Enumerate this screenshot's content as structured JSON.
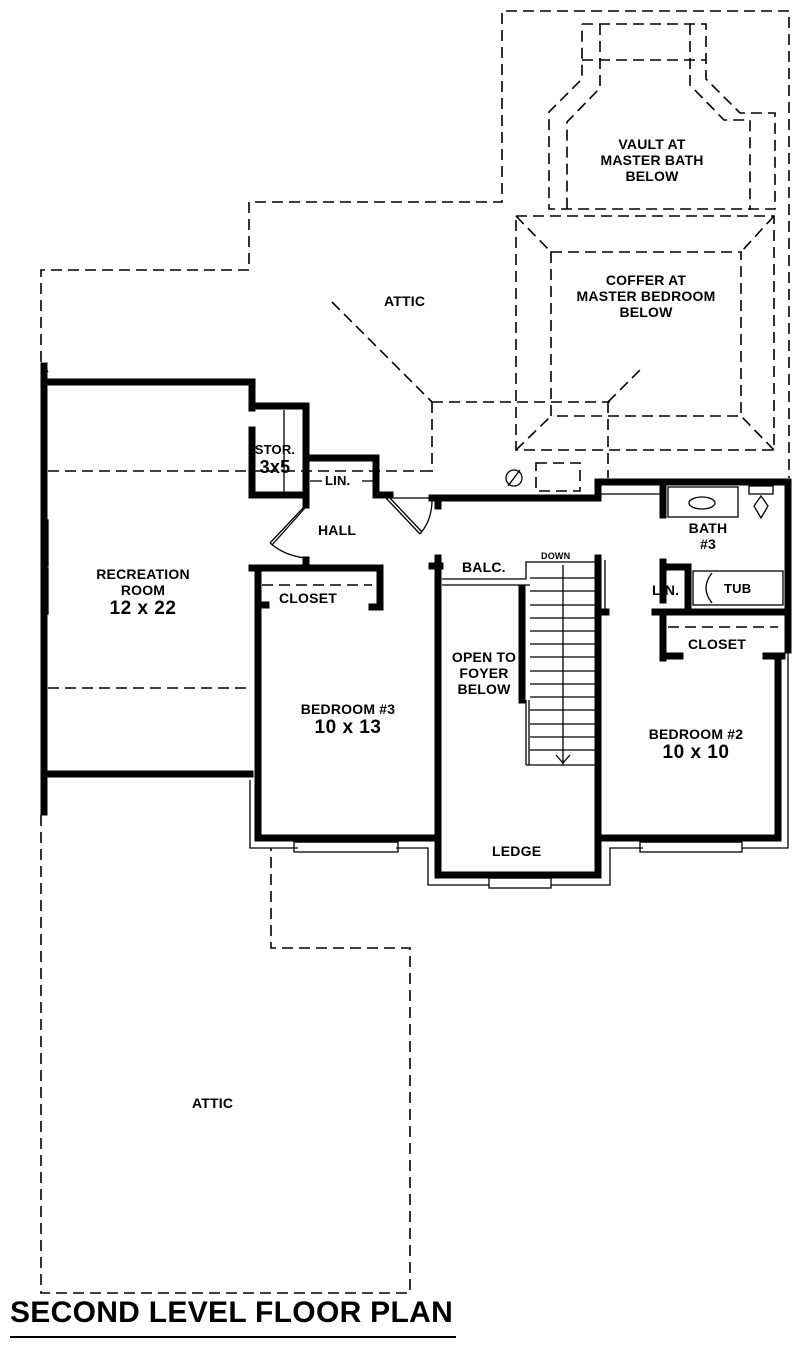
{
  "plan": {
    "title": "SECOND LEVEL FLOOR PLAN",
    "colors": {
      "ink": "#000000",
      "background": "#ffffff"
    },
    "rooms": {
      "vault": {
        "line1": "VAULT AT",
        "line2": "MASTER BATH",
        "line3": "BELOW"
      },
      "coffer": {
        "line1": "COFFER AT",
        "line2": "MASTER BEDROOM",
        "line3": "BELOW"
      },
      "attic_top": {
        "name": "ATTIC"
      },
      "attic_bottom": {
        "name": "ATTIC"
      },
      "storage": {
        "name": "STOR.",
        "size": "3x5"
      },
      "linen_hall": {
        "name": "LIN."
      },
      "hall": {
        "name": "HALL"
      },
      "recreation": {
        "line1": "RECREATION",
        "line2": "ROOM",
        "size": "12 x 22"
      },
      "closet_bed3": {
        "name": "CLOSET"
      },
      "bedroom3": {
        "name": "BEDROOM #3",
        "size": "10 x 13"
      },
      "balcony": {
        "name": "BALC."
      },
      "stairs": {
        "direction": "DOWN"
      },
      "open_foyer": {
        "line1": "OPEN TO",
        "line2": "FOYER",
        "line3": "BELOW"
      },
      "ledge": {
        "name": "LEDGE"
      },
      "bath3": {
        "line1": "BATH",
        "line2": "#3"
      },
      "linen_bath": {
        "name": "LIN."
      },
      "tub": {
        "name": "TUB"
      },
      "closet_bed2": {
        "name": "CLOSET"
      },
      "bedroom2": {
        "name": "BEDROOM #2",
        "size": "10 x 10"
      }
    }
  }
}
